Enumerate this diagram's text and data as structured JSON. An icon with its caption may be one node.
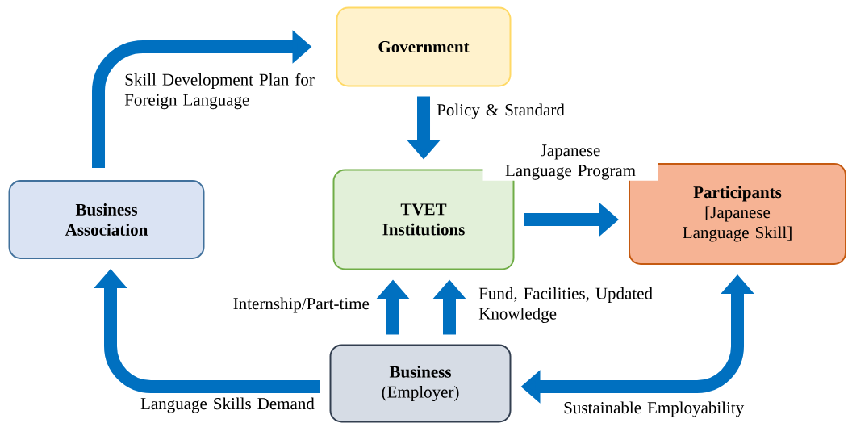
{
  "diagram": {
    "nodes": [
      {
        "text": [
          "Government"
        ]
      },
      {
        "text": [
          "Business Association"
        ]
      },
      {
        "text": [
          "TVET Institutions"
        ]
      },
      {
        "text": [
          "Participants",
          "[Japanese Language Skill]"
        ]
      },
      {
        "text": [
          "Business",
          "(Employer)"
        ]
      }
    ],
    "edges": [
      {
        "from": 1,
        "to": 0,
        "arrow": "to",
        "label": "Skill Development Plan for Foreign Language"
      },
      {
        "from": 0,
        "to": 2,
        "arrow": "to",
        "label": "Policy & Standard"
      },
      {
        "from": 2,
        "to": 3,
        "arrow": "to",
        "label": "Japanese Language Program"
      },
      {
        "from": 4,
        "to": 2,
        "arrow": "to",
        "label": "Internship/Part-time"
      },
      {
        "from": 4,
        "to": 2,
        "arrow": "to",
        "label": "Fund, Facilities, Updated Knowledge"
      },
      {
        "from": 4,
        "to": 1,
        "arrow": "to",
        "label": "Language Skills Demand"
      },
      {
        "from": 3,
        "to": 4,
        "arrow": "both",
        "label": "Sustainable Employability"
      }
    ]
  }
}
